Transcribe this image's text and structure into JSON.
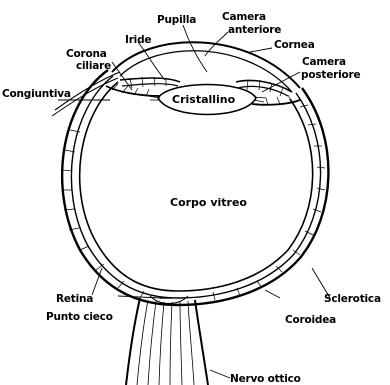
{
  "labels": {
    "pupilla": "Pupilla",
    "camera_anteriore_line1": "Camera",
    "camera_anteriore_line2": "anteriore",
    "cornea": "Cornea",
    "iride": "Iride",
    "corona_ciliare_line1": "Corona",
    "corona_ciliare_line2": "ciliare",
    "camera_posteriore_line1": "Camera",
    "camera_posteriore_line2": "posteriore",
    "congiuntiva": "Congiuntiva",
    "cristallino": "Cristallino",
    "corpo_vitreo": "Corpo vitreo",
    "retina": "Retina",
    "sclerotica": "Sclerotica",
    "punto_cieco": "Punto cieco",
    "coroidea": "Coroidea",
    "nervo_ottico": "Nervo ottico"
  }
}
